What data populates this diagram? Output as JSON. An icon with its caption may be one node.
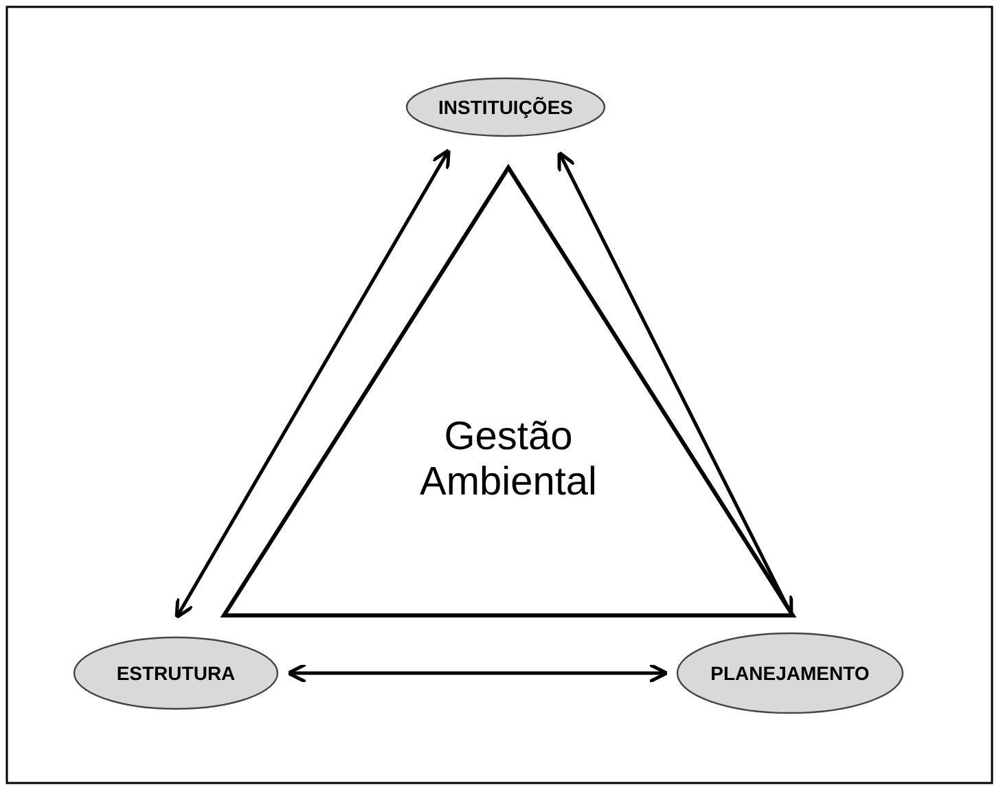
{
  "diagram": {
    "nodes": [
      {
        "text": [
          "INSTITUIÇÕES"
        ]
      },
      {
        "text": [
          "ESTRUTURA"
        ]
      },
      {
        "text": [
          "PLANEJAMENTO"
        ]
      },
      {
        "text": [
          "Gestão Ambiental"
        ]
      }
    ],
    "edges": [
      {
        "from": 0,
        "to": 1,
        "arrow": "both"
      },
      {
        "from": 0,
        "to": 2,
        "arrow": "both"
      },
      {
        "from": 1,
        "to": 2,
        "arrow": "both"
      }
    ]
  }
}
